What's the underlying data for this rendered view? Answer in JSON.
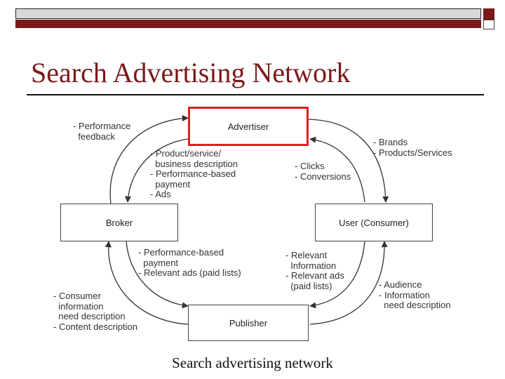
{
  "slide": {
    "title": "Search Advertising Network",
    "caption": "Search advertising network"
  },
  "diagram": {
    "nodes": {
      "advertiser": "Advertiser",
      "broker": "Broker",
      "user": "User (Consumer)",
      "publisher": "Publisher"
    },
    "labels": {
      "performance_feedback": "- Performance\n  feedback",
      "broker_to_advertiser": "- Product/service/\n  business description\n- Performance-based\n  payment\n- Ads",
      "brands": "- Brands\n- Products/Services",
      "clicks": "- Clicks\n- Conversions",
      "broker_to_publisher": "- Performance-based\n  payment\n- Relevant ads (paid lists)",
      "relevant_info": "- Relevant\n  Information\n- Relevant ads\n  (paid lists)",
      "consumer_info": "- Consumer\n  information\n  need description\n- Content description",
      "audience": "- Audience\n- Information\n  need description"
    }
  }
}
